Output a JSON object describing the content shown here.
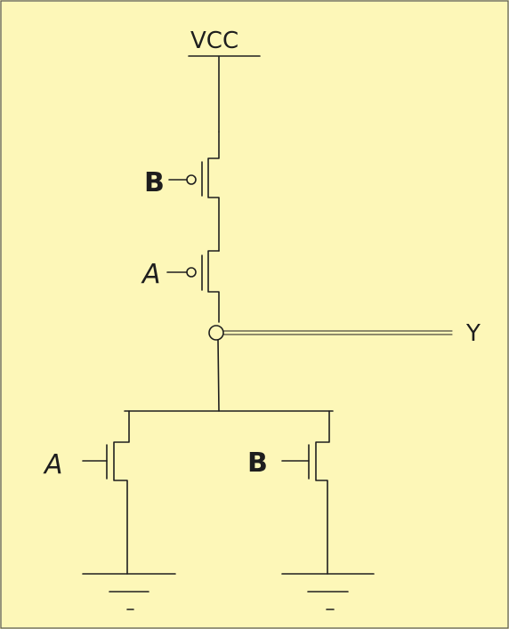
{
  "diagram": {
    "supply_label": "VCC",
    "output_label": "Y",
    "pmos_top_gate_label": "B",
    "pmos_bottom_gate_label": "A",
    "nmos_left_gate_label": "A",
    "nmos_right_gate_label": "B",
    "colors": {
      "background": "#fdf7b8",
      "ink": "#1e1e1e"
    }
  }
}
